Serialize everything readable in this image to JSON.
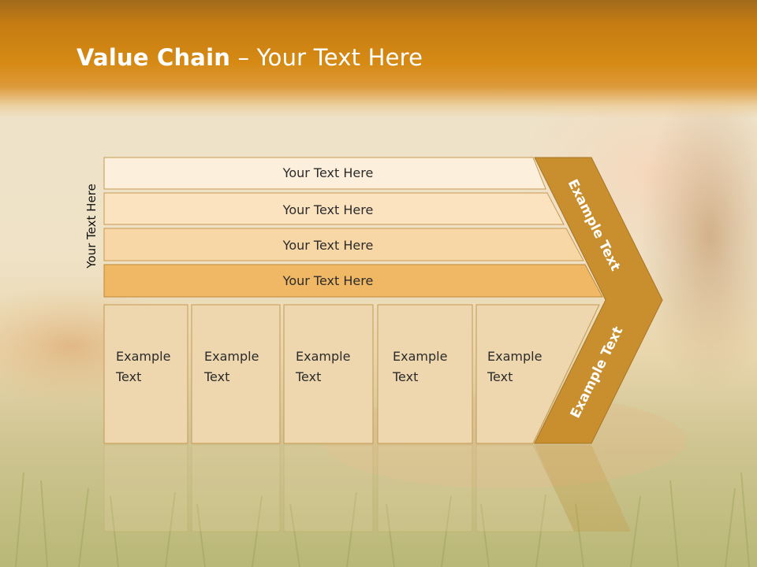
{
  "title": {
    "bold": "Value Chain",
    "rest": " – Your Text Here"
  },
  "side_label": "Your Text Here",
  "support_bars": [
    "Your Text Here",
    "Your Text Here",
    "Your Text Here",
    "Your Text Here"
  ],
  "primary_boxes": [
    {
      "line1": "Example",
      "line2": "Text"
    },
    {
      "line1": "Example",
      "line2": "Text"
    },
    {
      "line1": "Example",
      "line2": "Text"
    },
    {
      "line1": "Example",
      "line2": "Text"
    },
    {
      "line1": "Example",
      "line2": "Text"
    }
  ],
  "chevron": {
    "upper_text": "Example Text",
    "lower_text": "Example Text"
  },
  "colors": {
    "title_bar": "#d68a14",
    "bar1": "#fcf0dc",
    "bar2": "#fbe3c0",
    "bar3": "#f8d7a6",
    "bar4": "#f0b865",
    "box_fill": "#eed7ae",
    "chevron": "#c98f2e"
  }
}
